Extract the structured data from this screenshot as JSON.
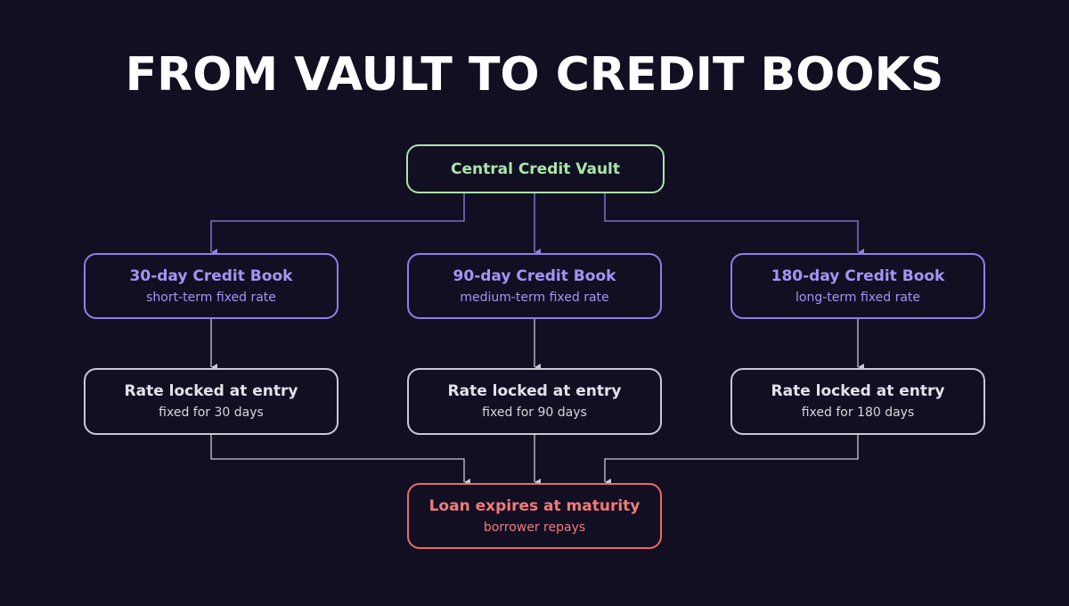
{
  "title": "FROM VAULT TO CREDIT BOOKS",
  "vault": {
    "title": "Central Credit Vault"
  },
  "books": [
    {
      "title": "30-day Credit Book",
      "subtitle": "short-term fixed rate"
    },
    {
      "title": "90-day Credit Book",
      "subtitle": "medium-term fixed rate"
    },
    {
      "title": "180-day Credit Book",
      "subtitle": "long-term fixed rate"
    }
  ],
  "locks": [
    {
      "title": "Rate locked at entry",
      "subtitle": "fixed for 30 days"
    },
    {
      "title": "Rate locked at entry",
      "subtitle": "fixed for 90 days"
    },
    {
      "title": "Rate locked at entry",
      "subtitle": "fixed for 180 days"
    }
  ],
  "expiry": {
    "title": "Loan expires at maturity",
    "subtitle": "borrower repays"
  },
  "colors": {
    "background": "#120f22",
    "vault": "#a8e6a8",
    "book": "#8f7fe6",
    "lock": "#c9c9d3",
    "expiry": "#e86b6b",
    "connector_top": "#8f7fe6",
    "connector_bottom": "#c9c9d3"
  }
}
